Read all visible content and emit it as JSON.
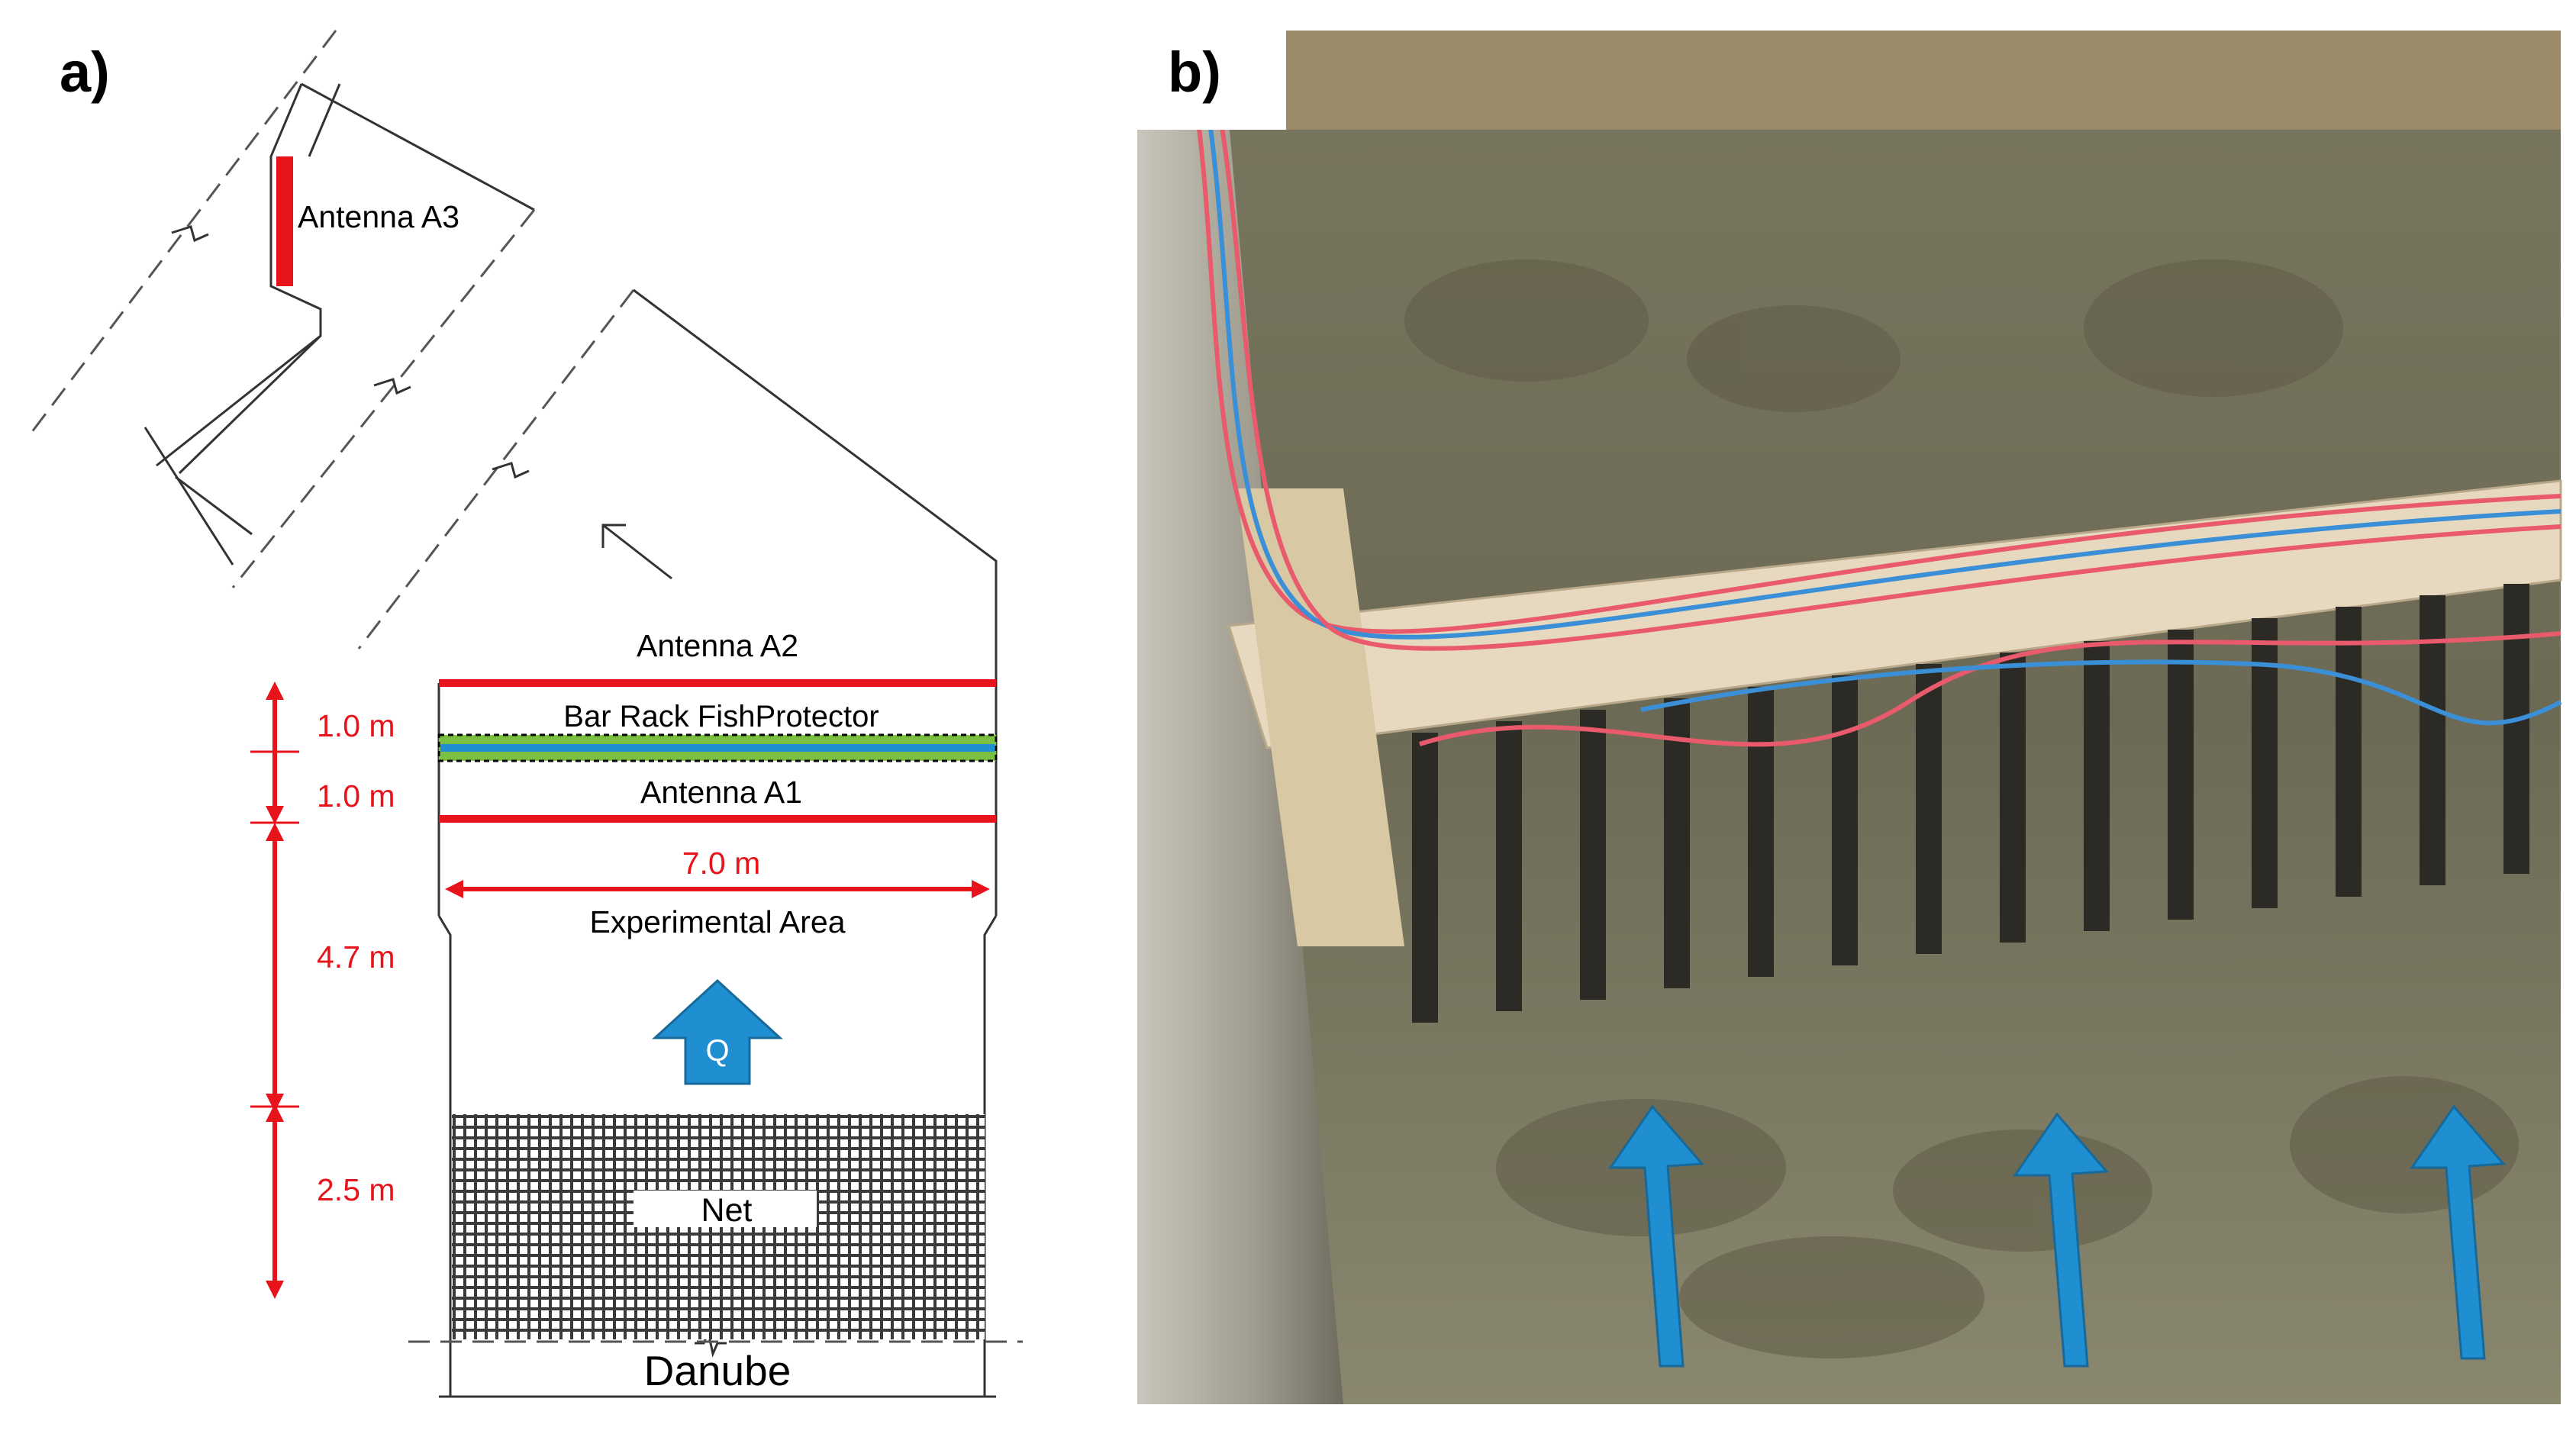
{
  "panel_a": {
    "label": "a)",
    "antenna_a3": "Antenna A3",
    "antenna_a2": "Antenna A2",
    "bar_rack": "Bar Rack FishProtector",
    "antenna_a1": "Antenna A1",
    "width_dim": "7.0 m",
    "experimental_area": "Experimental Area",
    "flow_label": "Q",
    "net_label": "Net",
    "river_label": "Danube",
    "dims": [
      "1.0 m",
      "1.0 m",
      "4.7 m",
      "2.5 m"
    ]
  },
  "panel_b": {
    "label": "b)"
  },
  "colors": {
    "antenna": "#e8141b",
    "dimension": "#e8141b",
    "flow_arrow": "#1f8fd1",
    "bar_rack_green": "#7cc043",
    "bar_rack_blue": "#1f8fd1",
    "water": "#6e6a52",
    "timber": "#e7d9bf"
  }
}
